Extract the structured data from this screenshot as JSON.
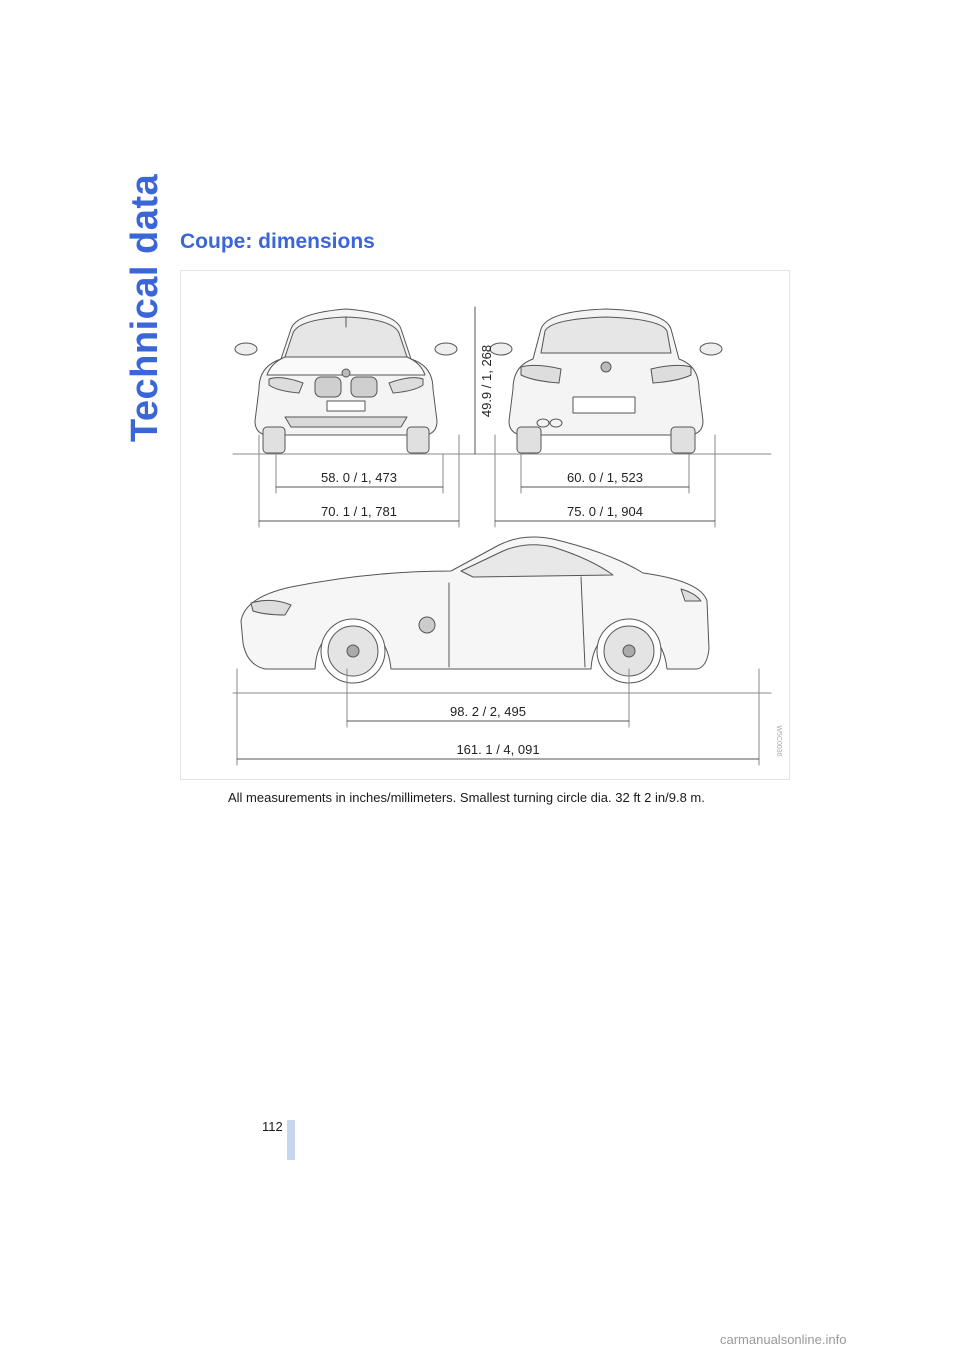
{
  "side_tab": {
    "label": "Technical data"
  },
  "section": {
    "title": "Coupe: dimensions"
  },
  "figure": {
    "dims": {
      "front_track": "58. 0 / 1, 473",
      "front_width": "70. 1 / 1, 781",
      "height": "49.9 / 1, 268",
      "rear_track": "60. 0 / 1, 523",
      "rear_width": "75. 0 / 1, 904",
      "wheelbase": "98. 2 / 2, 495",
      "length": "161. 1 / 4, 091"
    },
    "ref_code": "W5C0036"
  },
  "caption": "All measurements in inches/millimeters. Smallest turning circle dia. 32 ft 2 in/9.8 m.",
  "footer": {
    "page_number": "112",
    "watermark": "carmanualsonline.info"
  },
  "colors": {
    "accent": "#3a66d8",
    "page_bar": "#c9d6ef"
  }
}
